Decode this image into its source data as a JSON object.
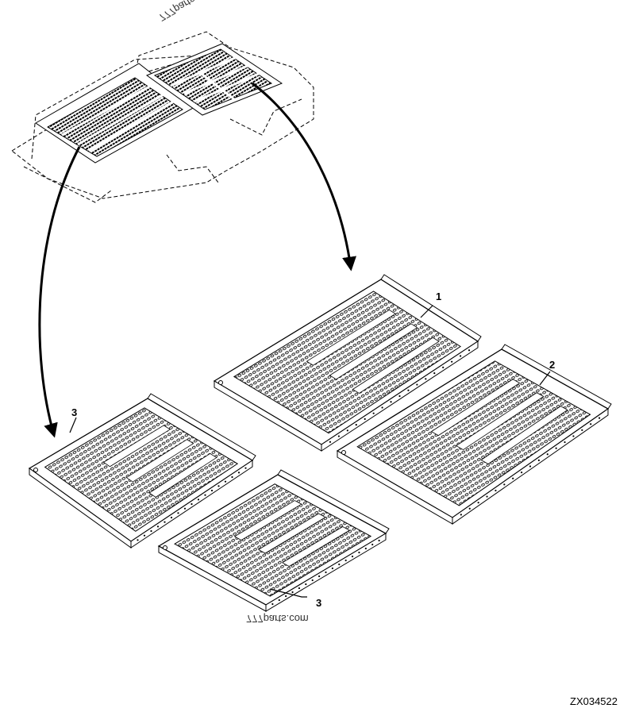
{
  "figure_id": "ZX034522",
  "watermark": "777parts.com",
  "callouts": [
    {
      "part": "1",
      "label": "1"
    },
    {
      "part": "2",
      "label": "2"
    },
    {
      "part": "3a",
      "label": "3"
    },
    {
      "part": "3b",
      "label": "3"
    }
  ],
  "colors": {
    "line": "#000000",
    "background": "#ffffff"
  }
}
